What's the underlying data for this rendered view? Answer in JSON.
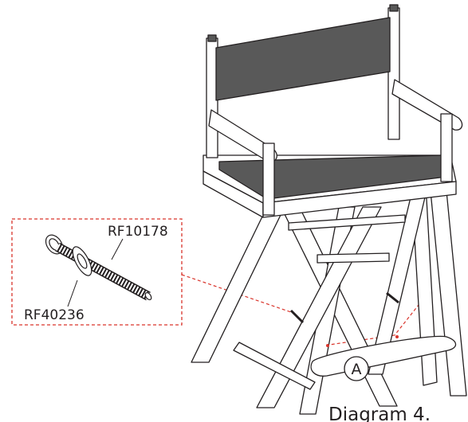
{
  "diagram": {
    "caption": "Diagram 4.",
    "callout_letter": "A",
    "parts": [
      {
        "part_number": "RF10178"
      },
      {
        "part_number": "RF40236"
      }
    ],
    "colors": {
      "fabric": "#595959",
      "line": "#231f20",
      "frame_fill": "#ffffff",
      "detail_box": "#d9342b"
    }
  }
}
